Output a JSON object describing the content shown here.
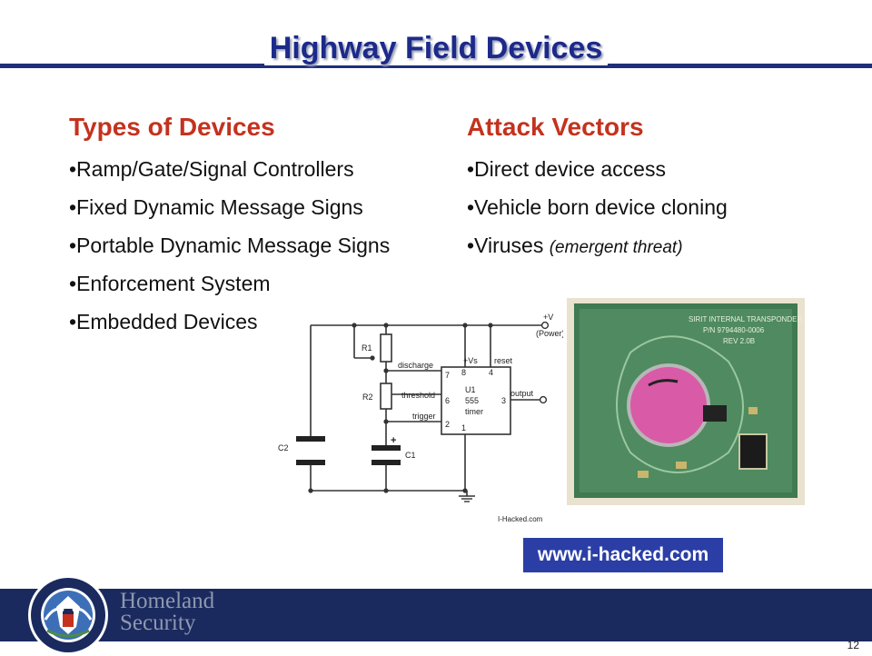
{
  "slide": {
    "title": "Highway Field Devices",
    "page_number": "12"
  },
  "left_column": {
    "heading": "Types of Devices",
    "items": [
      "•Ramp/Gate/Signal Controllers",
      "•Fixed Dynamic Message Signs",
      "•Portable Dynamic Message Signs",
      "•Enforcement System",
      "•Embedded Devices"
    ]
  },
  "right_column": {
    "heading": "Attack Vectors",
    "items": [
      "•Direct device access",
      "•Vehicle born device cloning"
    ],
    "last_item": "•Viruses ",
    "last_item_note": "(emergent threat)"
  },
  "circuit": {
    "supply_label": "+V",
    "power_label": "(Power)",
    "r1": "R1",
    "r2": "R2",
    "c1": "C1",
    "c2": "C2",
    "discharge": "discharge",
    "threshold": "threshold",
    "trigger": "trigger",
    "vs": "+Vs",
    "reset": "reset",
    "output": "output",
    "chip_line1": "U1",
    "chip_line2": "555",
    "chip_line3": "timer",
    "pin7": "7",
    "pin6": "6",
    "pin2": "2",
    "pin8": "8",
    "pin4": "4",
    "pin3": "3",
    "pin1": "1",
    "plus_sign": "+",
    "credit": "I-Hacked.com"
  },
  "pcb": {
    "label_line1": "SIRIT INTERNAL TRANSPONDER",
    "label_line2": "P/N 9794480-0006",
    "label_line3": "REV 2.0B"
  },
  "link": {
    "text": "www.i-hacked.com"
  },
  "footer": {
    "brand_line1": "Homeland",
    "brand_line2": "Security"
  },
  "colors": {
    "title": "#1c2a8a",
    "heading": "#c4321e",
    "footer": "#1a2a5e",
    "link_box": "#2b3ea6"
  }
}
